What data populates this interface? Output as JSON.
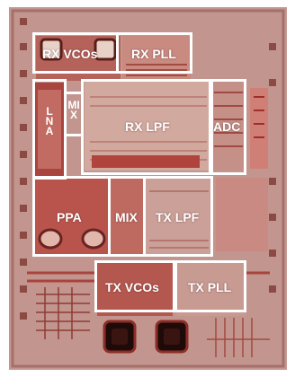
{
  "colors": {
    "die_base": "#c2968f",
    "block_outline": "#ffffff",
    "metal_red": "#b8463f",
    "metal_dark": "#7a2a26",
    "metal_light": "#e0c0b6",
    "pad_dark": "#2a1010"
  },
  "blocks": {
    "rx_vcos": "RX VCOs",
    "rx_pll": "RX PLL",
    "lna": "LNA",
    "mix_rx": "MIX",
    "rx_lpf": "RX LPF",
    "adc": "ADC",
    "ppa": "PPA",
    "mix_tx": "MIX",
    "tx_lpf": "TX LPF",
    "tx_vcos": "TX VCOs",
    "tx_pll": "TX PLL"
  }
}
